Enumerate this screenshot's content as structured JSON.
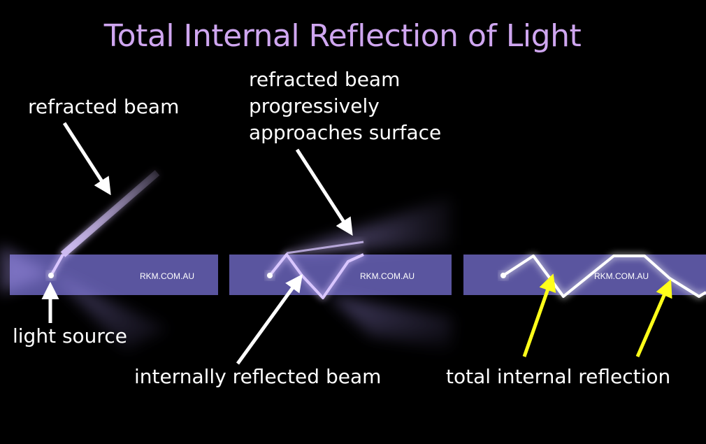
{
  "title": "Total Internal Reflection of Light",
  "watermark": "RKM.COM.AU",
  "labels": {
    "refracted_beam": "refracted beam",
    "light_source": "light source",
    "progressive": [
      "refracted beam",
      "progressively",
      "approaches surface"
    ],
    "internally_reflected": "internally reflected beam",
    "total_internal_reflection": "total internal reflection"
  },
  "colors": {
    "background": "#000000",
    "title": "#cfa6f0",
    "slab": "#5f5aa8",
    "beam": "#d9c6ff",
    "pointer_white": "#ffffff",
    "pointer_yellow": "#ffff1a"
  }
}
